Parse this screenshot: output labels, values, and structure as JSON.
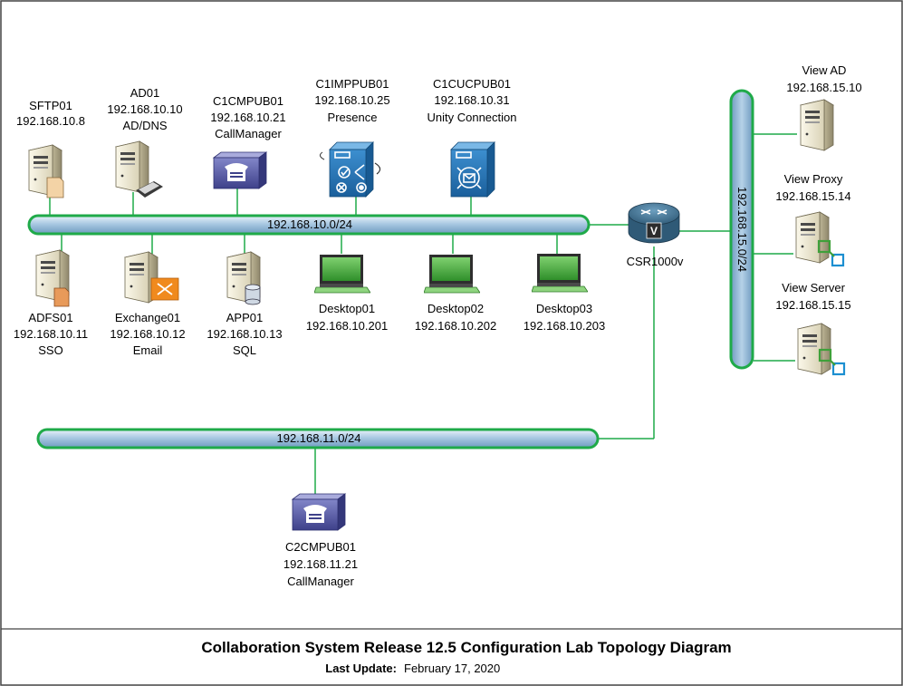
{
  "networks": {
    "lan10": "192.168.10.0/24",
    "lan11": "192.168.11.0/24",
    "lan15": "192.168.15.0/24"
  },
  "router": {
    "name": "CSR1000v",
    "glyph": "V"
  },
  "nodes": {
    "sftp01": [
      "SFTP01",
      "192.168.10.8"
    ],
    "ad01": [
      "AD01",
      "192.168.10.10",
      "AD/DNS"
    ],
    "c1cmpub01": [
      "C1CMPUB01",
      "192.168.10.21",
      "CallManager"
    ],
    "c1imppub01": [
      "C1IMPPUB01",
      "192.168.10.25",
      "Presence"
    ],
    "c1cucpub01": [
      "C1CUCPUB01",
      "192.168.10.31",
      "Unity Connection"
    ],
    "adfs01": [
      "ADFS01",
      "192.168.10.11",
      "SSO"
    ],
    "exchange01": [
      "Exchange01",
      "192.168.10.12",
      "Email"
    ],
    "app01": [
      "APP01",
      "192.168.10.13",
      "SQL"
    ],
    "desktop01": [
      "Desktop01",
      "192.168.10.201"
    ],
    "desktop02": [
      "Desktop02",
      "192.168.10.202"
    ],
    "desktop03": [
      "Desktop03",
      "192.168.10.203"
    ],
    "viewad": [
      "View AD",
      "192.168.15.10"
    ],
    "viewproxy": [
      "View Proxy",
      "192.168.15.14"
    ],
    "viewserver": [
      "View Server",
      "192.168.15.15"
    ],
    "c2cmpub01": [
      "C2CMPUB01",
      "192.168.11.21",
      "CallManager"
    ]
  },
  "footer": {
    "title": "Collaboration System Release 12.5 Configuration Lab  Topology Diagram",
    "update_label": "Last Update:",
    "update_date": "February 17, 2020"
  },
  "colors": {
    "bus_fill": "#9cc0dc",
    "bus_edge": "#1faa49",
    "cisco_blue": "#1c73b8",
    "callmanager_purple": "#5b60a8",
    "router_blue": "#3c6d8a",
    "desktop_green": "#3fa03a"
  }
}
